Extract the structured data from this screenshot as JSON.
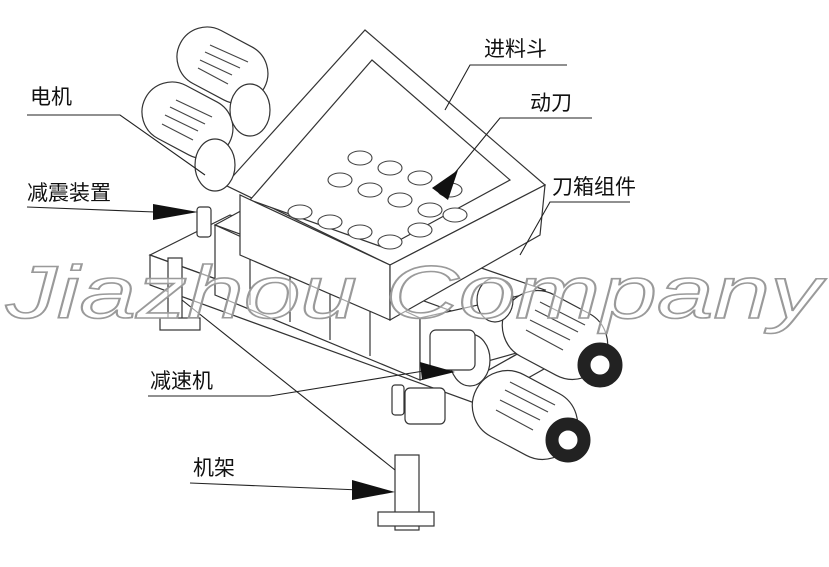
{
  "labels": {
    "motor": "电机",
    "damping": "减震装置",
    "reducer": "减速机",
    "frame": "机架",
    "hopper": "进料斗",
    "moving_blade": "动刀",
    "blade_box": "刀箱组件"
  },
  "watermark": "Jiazhou  Company",
  "colors": {
    "line": "#222222",
    "watermark_stroke": "#9a9a9a",
    "background": "#ffffff"
  }
}
